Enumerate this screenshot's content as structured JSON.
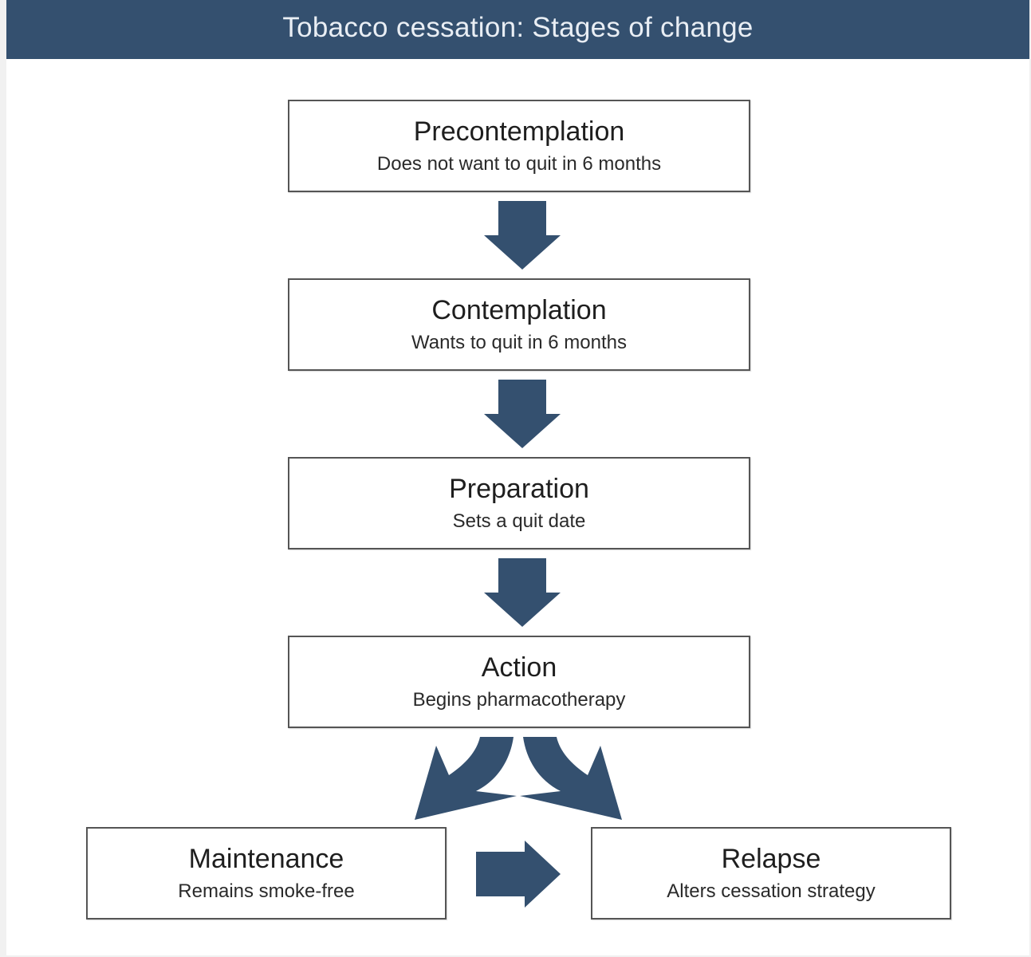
{
  "title": "Tobacco cessation: Stages of change",
  "colors": {
    "header": "#34506f",
    "arrow": "#34506f",
    "box_border": "#555555"
  },
  "stages": [
    {
      "name": "Precontemplation",
      "description": "Does not want to quit in 6 months"
    },
    {
      "name": "Contemplation",
      "description": "Wants to quit in 6 months"
    },
    {
      "name": "Preparation",
      "description": "Sets a quit date"
    },
    {
      "name": "Action",
      "description": "Begins pharmacotherapy"
    },
    {
      "name": "Maintenance",
      "description": "Remains smoke-free"
    },
    {
      "name": "Relapse",
      "description": "Alters cessation strategy"
    }
  ]
}
